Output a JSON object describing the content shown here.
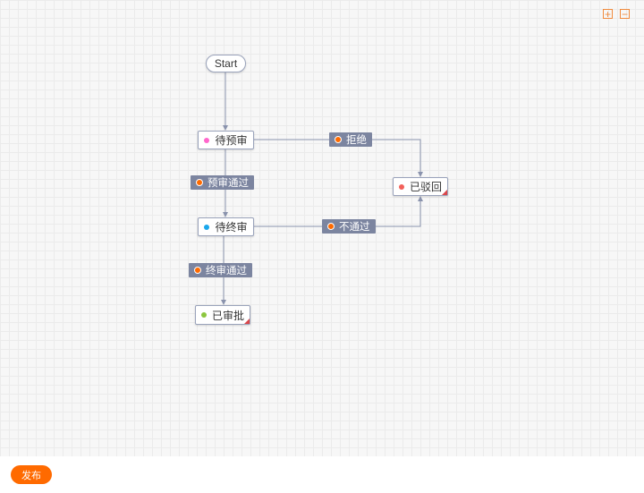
{
  "toolbar": {
    "zoom_in_icon": "plus-square-icon",
    "zoom_out_icon": "minus-square-icon"
  },
  "nodes": {
    "start": {
      "label": "Start"
    },
    "pending_pre": {
      "label": "待预审",
      "color": "#ff66cc"
    },
    "rejected": {
      "label": "已驳回",
      "color": "#f2605a"
    },
    "pending_final": {
      "label": "待终审",
      "color": "#1aa7ec"
    },
    "approved": {
      "label": "已审批",
      "color": "#8cc63f"
    }
  },
  "edges": {
    "reject": "拒绝",
    "pre_pass": "预审通过",
    "not_pass": "不通过",
    "final_pass": "终审通过"
  },
  "footer": {
    "publish": "发布"
  },
  "colors": {
    "accent": "#ff6a00",
    "edge": "#8a93ad"
  }
}
